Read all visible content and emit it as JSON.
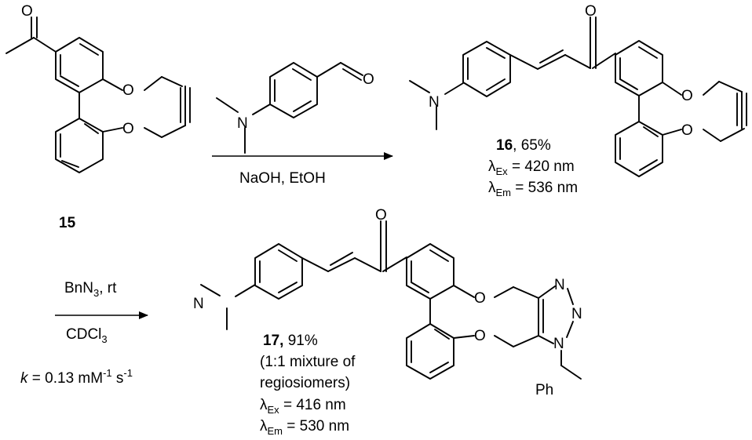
{
  "compounds": {
    "c15": {
      "number": "15"
    },
    "c16": {
      "number": "16",
      "yield": ", 65%",
      "lambda": "λ",
      "ex_sub": "Ex",
      "ex_value": " = 420 nm",
      "em_sub": "Em",
      "em_value": " = 536 nm"
    },
    "c17": {
      "number": "17,",
      "yield": " 91%",
      "note1": "(1:1 mixture of",
      "note2": "regiosiomers)",
      "lambda": "λ",
      "ex_sub": "Ex",
      "ex_value": " = 416 nm",
      "em_sub": "Em",
      "em_value": " = 530 nm"
    }
  },
  "step1": {
    "conditions": "NaOH, EtOH"
  },
  "step2": {
    "reagent_main": "BnN",
    "reagent_sub": "3",
    "reagent_tail": ", rt",
    "solvent_main": "CDCl",
    "solvent_sub": "3",
    "k_symbol": "k",
    "k_text": " = 0.13 mM",
    "k_exp1": "-1",
    "k_s": " s",
    "k_exp2": "-1"
  },
  "atoms": {
    "oxygen": "O",
    "nitrogen": "N",
    "phenyl": "Ph"
  }
}
